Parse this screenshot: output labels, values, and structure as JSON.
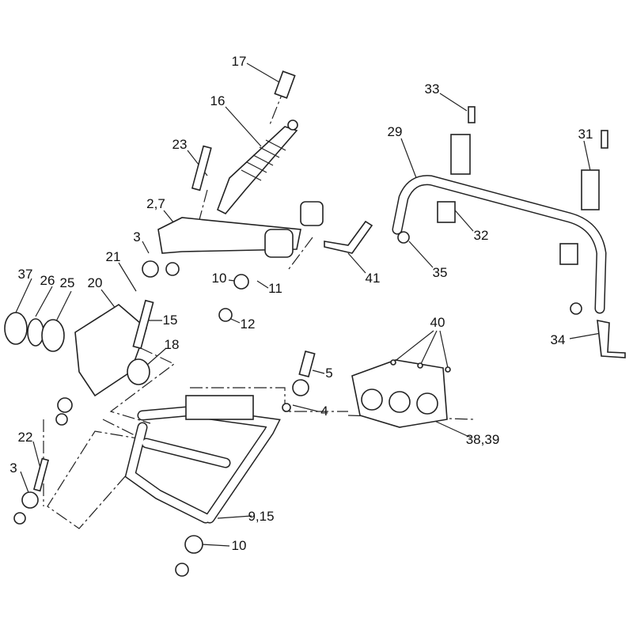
{
  "diagram": {
    "labels": [
      {
        "id": "l17",
        "text": "17"
      },
      {
        "id": "l16",
        "text": "16"
      },
      {
        "id": "l23",
        "text": "23"
      },
      {
        "id": "l27",
        "text": "2,7"
      },
      {
        "id": "l3a",
        "text": "3"
      },
      {
        "id": "l21",
        "text": "21"
      },
      {
        "id": "l37",
        "text": "37"
      },
      {
        "id": "l26",
        "text": "26"
      },
      {
        "id": "l25",
        "text": "25"
      },
      {
        "id": "l20",
        "text": "20"
      },
      {
        "id": "l10a",
        "text": "10"
      },
      {
        "id": "l11",
        "text": "11"
      },
      {
        "id": "l12",
        "text": "12"
      },
      {
        "id": "l15",
        "text": "15"
      },
      {
        "id": "l18",
        "text": "18"
      },
      {
        "id": "l33",
        "text": "33"
      },
      {
        "id": "l29",
        "text": "29"
      },
      {
        "id": "l31",
        "text": "31"
      },
      {
        "id": "l32",
        "text": "32"
      },
      {
        "id": "l41",
        "text": "41"
      },
      {
        "id": "l35",
        "text": "35"
      },
      {
        "id": "l40",
        "text": "40"
      },
      {
        "id": "l34",
        "text": "34"
      },
      {
        "id": "l5",
        "text": "5"
      },
      {
        "id": "l4",
        "text": "4"
      },
      {
        "id": "l3839",
        "text": "38,39"
      },
      {
        "id": "l22",
        "text": "22"
      },
      {
        "id": "l3b",
        "text": "3"
      },
      {
        "id": "l915",
        "text": "9,15"
      },
      {
        "id": "l10b",
        "text": "10"
      }
    ]
  }
}
